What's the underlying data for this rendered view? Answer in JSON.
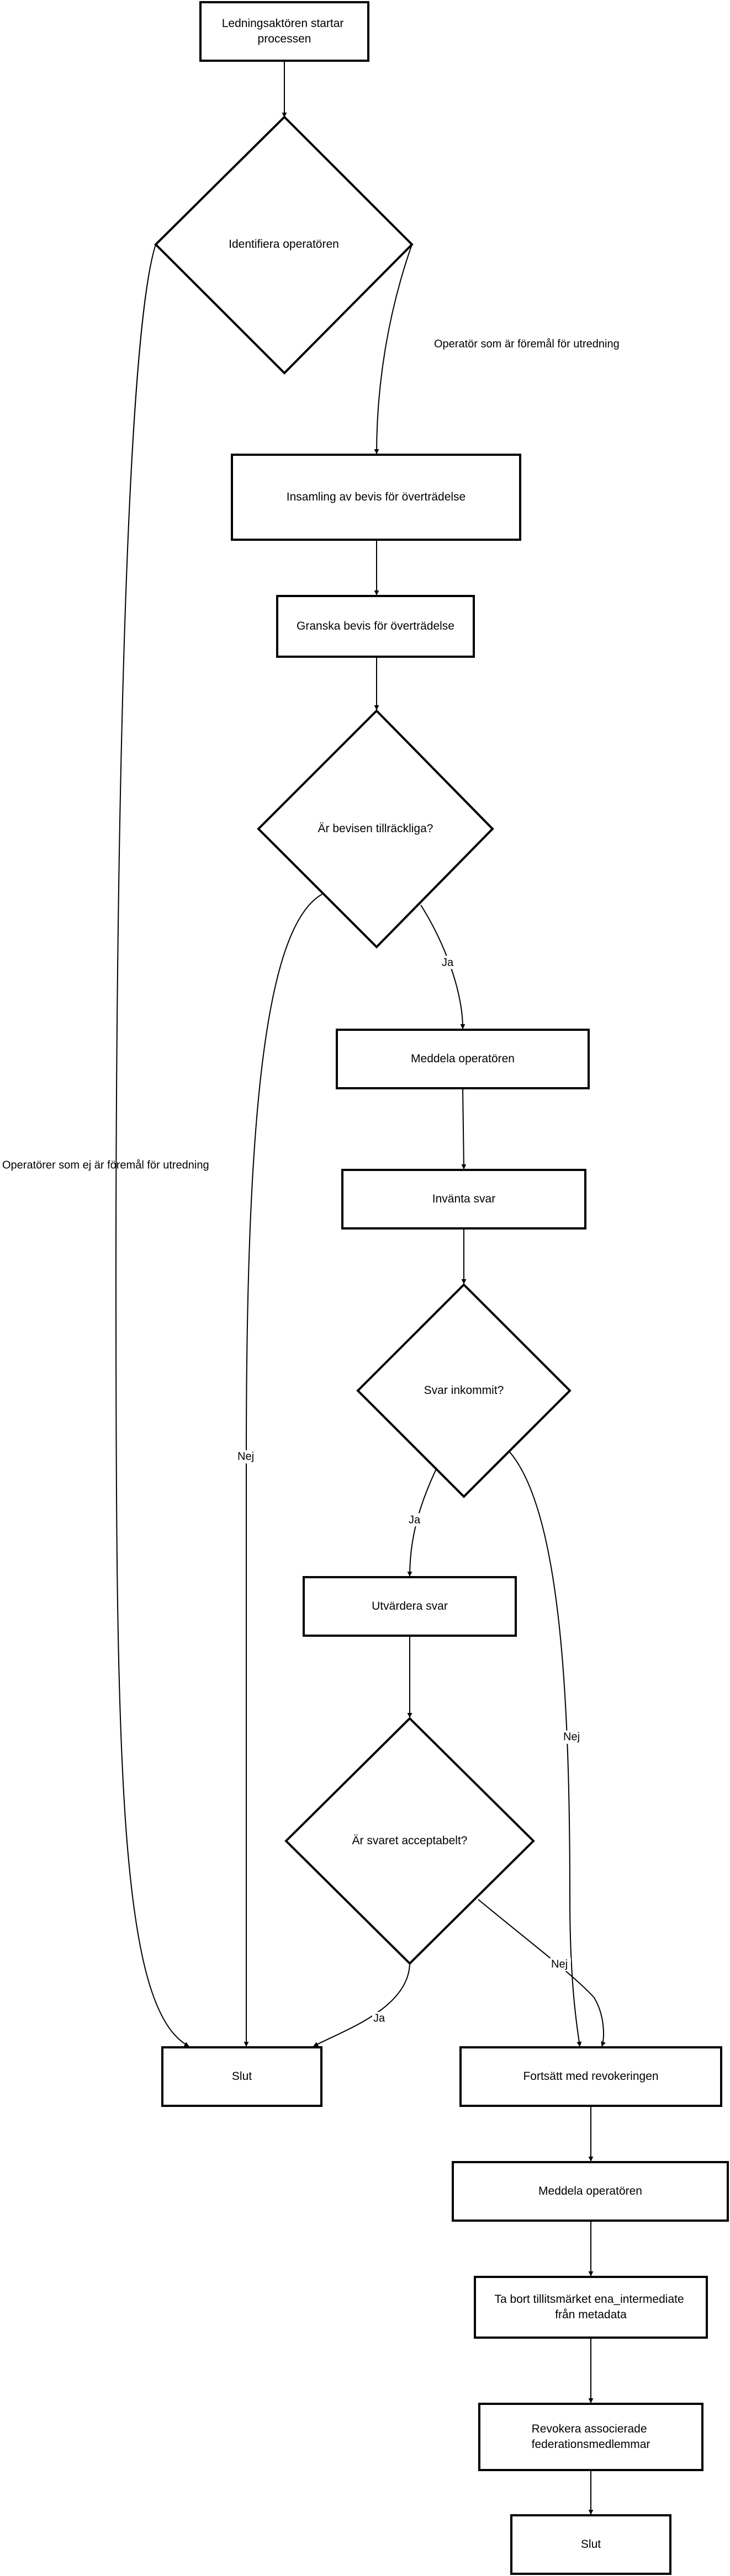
{
  "nodes": {
    "start": [
      "Ledningsaktören startar",
      "processen"
    ],
    "identify": [
      "Identifiera operatören"
    ],
    "collect": [
      "Insamling av bevis för överträdelse"
    ],
    "review": [
      "Granska bevis för överträdelse"
    ],
    "sufficient": [
      "Är bevisen tillräckliga?"
    ],
    "notify1": [
      "Meddela operatören"
    ],
    "await": [
      "Invänta svar"
    ],
    "received": [
      "Svar inkommit?"
    ],
    "evaluate": [
      "Utvärdera svar"
    ],
    "acceptable": [
      "Är svaret acceptabelt?"
    ],
    "end1": [
      "Slut"
    ],
    "continue": [
      "Fortsätt med revokeringen"
    ],
    "notify2": [
      "Meddela operatören"
    ],
    "remove": [
      "Ta bort tillitsmärket ena_intermediate",
      "från metadata"
    ],
    "revoke": [
      "Revokera associerade",
      "federationsmedlemmar"
    ],
    "end2": [
      "Slut"
    ]
  },
  "edge_labels": {
    "subject": "Operatör som är föremål för utredning",
    "not_subject": "Operatörer som ej är föremål för utredning",
    "sufficient_yes": "Ja",
    "sufficient_no": "Nej",
    "received_yes": "Ja",
    "received_no": "Nej",
    "acceptable_yes": "Ja",
    "acceptable_no": "Nej"
  }
}
